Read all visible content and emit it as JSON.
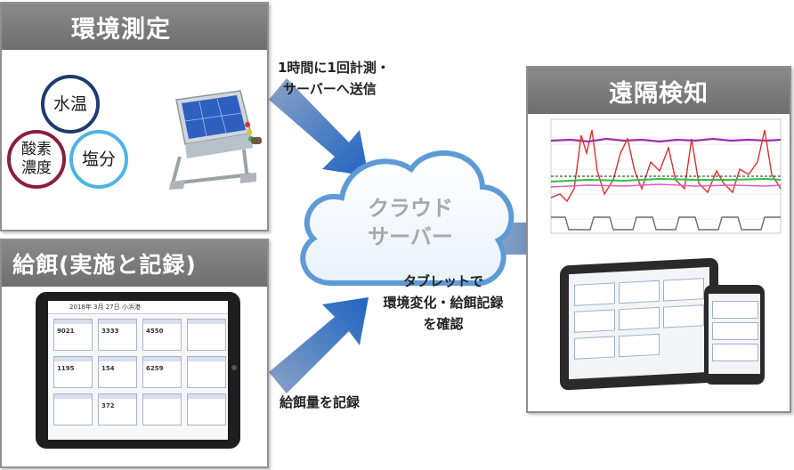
{
  "panels": {
    "env_title": "環境測定",
    "feed_title": "給餌(実施と記録)",
    "remote_title": "遠隔検知"
  },
  "bubbles": {
    "water_temp": "水温",
    "oxygen_line1": "酸素",
    "oxygen_line2": "濃度",
    "salinity": "塩分"
  },
  "cloud": {
    "line1": "クラウド",
    "line2": "サーバー"
  },
  "labels": {
    "measure_line1": "1時間に1回計測・",
    "measure_line2": "サーバーへ送信",
    "tablet_line1": "タブレットで",
    "tablet_line2": "環境変化・給餌記録",
    "tablet_line3": "を確認",
    "record_feed": "給餌量を記録"
  },
  "tablet_screen": {
    "title": "2018年 3月 27日 小浜港",
    "values": [
      "9021",
      "3333",
      "4550",
      "",
      "1195",
      "154",
      "6259",
      "",
      "",
      "372",
      "",
      ""
    ]
  },
  "colors": {
    "header_gray": "#7a7a7a",
    "arrow_blue": "#2a6cc0",
    "cloud_blue": "#6fa8dc",
    "cloud_text": "#a8a8a8",
    "bubble_navy": "#1f3b6e",
    "bubble_crimson": "#8a1f3c",
    "bubble_skyblue": "#4fb3e6"
  }
}
